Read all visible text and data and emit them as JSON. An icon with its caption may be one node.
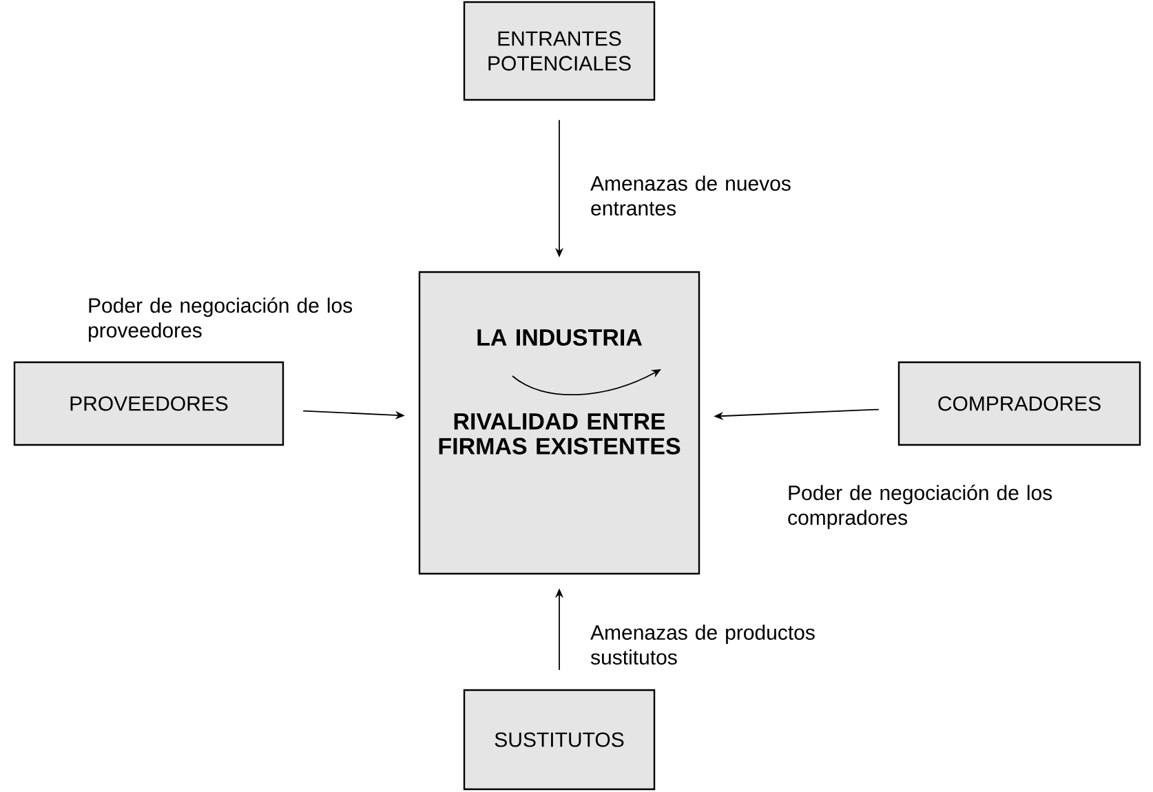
{
  "diagram": {
    "nodes": [
      {
        "text": [
          "ENTRANTES POTENCIALES"
        ]
      },
      {
        "text": [
          "PROVEEDORES"
        ]
      },
      {
        "text": [
          "LA INDUSTRIA",
          "RIVALIDAD ENTRE FIRMAS EXISTENTES"
        ]
      },
      {
        "text": [
          "COMPRADORES"
        ]
      },
      {
        "text": [
          "SUSTITUTOS"
        ]
      }
    ],
    "edges": [
      {
        "from": 0,
        "to": 2,
        "arrow": "to",
        "label": "Amenazas de nuevos entrantes"
      },
      {
        "from": 1,
        "to": 2,
        "arrow": "to",
        "label": "Poder de negociación de los proveedores"
      },
      {
        "from": 3,
        "to": 2,
        "arrow": "to",
        "label": "Poder de negociación de los compradores"
      },
      {
        "from": 4,
        "to": 2,
        "arrow": "to",
        "label": "Amenazas de productos sustitutos"
      }
    ]
  }
}
